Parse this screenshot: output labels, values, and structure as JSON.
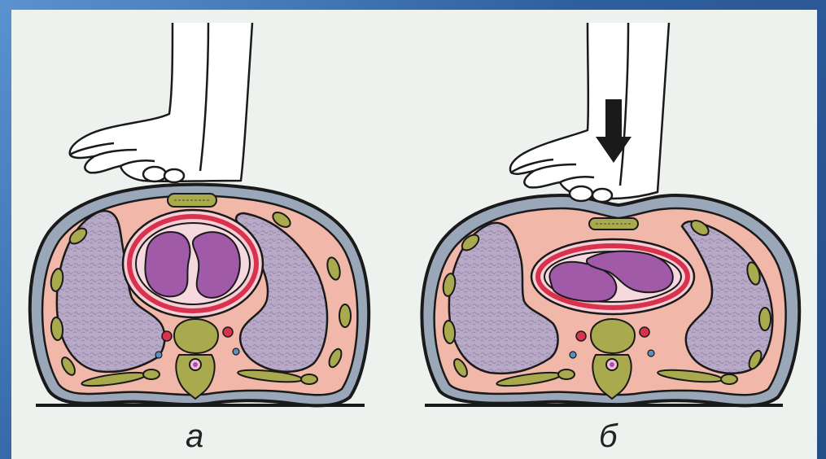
{
  "figure": {
    "panels": [
      {
        "label": "а",
        "state": "relaxed",
        "arrow": false
      },
      {
        "label": "б",
        "state": "compressed",
        "arrow": true
      }
    ],
    "colors": {
      "frame": "#3f6fae",
      "background": "#eef2ee",
      "skin": "#9aa7b8",
      "muscle": "#f1b7a8",
      "lung": "#b7a7c6",
      "heart": "#a05aa8",
      "pericardium": "#d8324e",
      "bone": "#a9a94d",
      "outline": "#1a1a1a"
    }
  }
}
